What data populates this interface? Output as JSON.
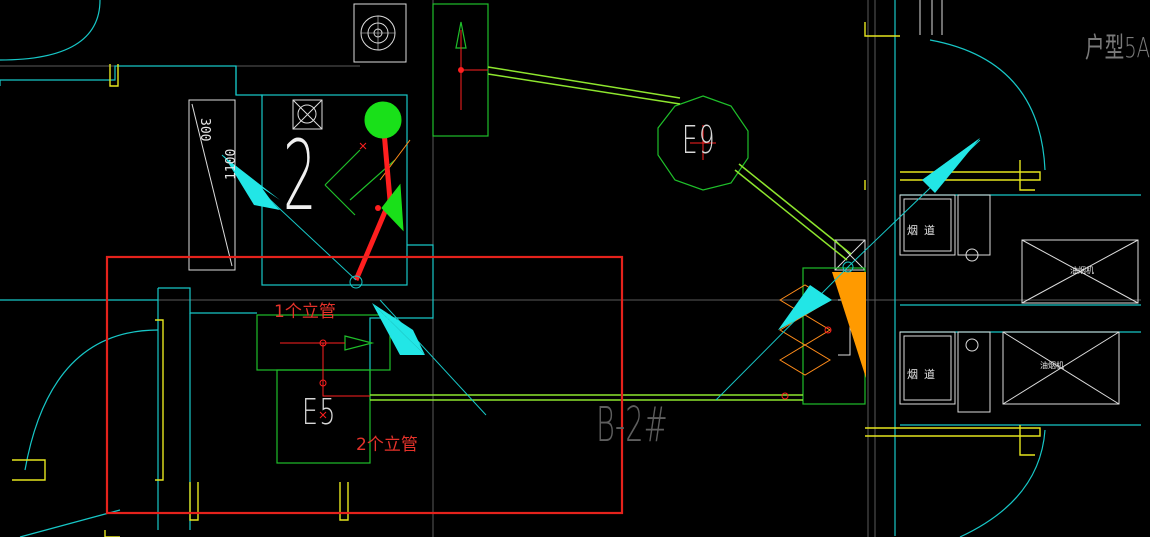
{
  "labels": {
    "riser_one": "1个立管",
    "riser_two": "2个立管",
    "shaft_e5": "E5",
    "shaft_e9": "E9",
    "big_digit": "2",
    "building": "B-2#",
    "unit_type": "户型5A",
    "dim_300": "300",
    "dim_1100": "1100",
    "flue_1": "烟道",
    "flue_2": "烟道",
    "cooker_1": "油烟机",
    "cooker_2": "油烟机"
  },
  "colors": {
    "background": "#000000",
    "cyan_wall": "#17c7c7",
    "green_box": "#1fbf2a",
    "bright_green_pipe": "#8ee62e",
    "red_pipe": "#ff1f1f",
    "highlight_rect": "#e5221c",
    "yellow_door": "#e6e61e",
    "orange_fill": "#ff9a00",
    "cyan_marker": "#22e6e6",
    "white_lines": "#dcdcdc"
  }
}
